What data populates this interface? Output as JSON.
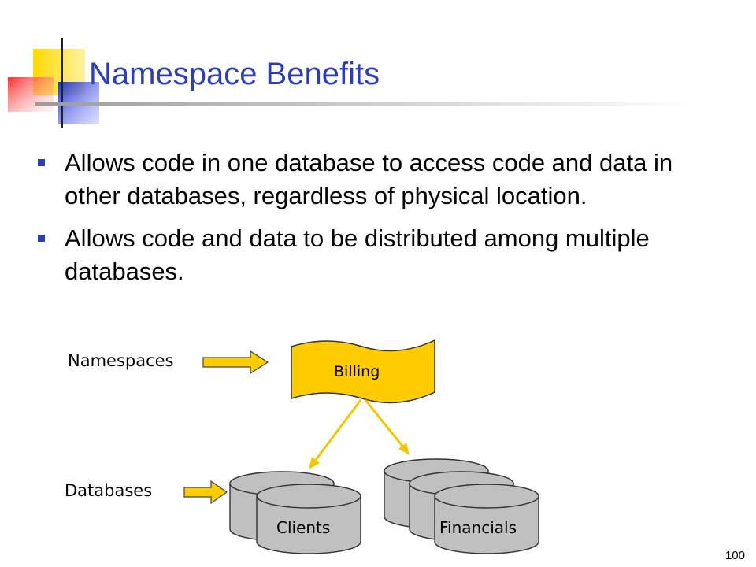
{
  "slide": {
    "title": "Namespace Benefits",
    "bullets": [
      "Allows code in one database to access code and data in other databases, regardless of physical location.",
      "Allows code and data to be distributed among multiple databases."
    ],
    "slide_number": "100"
  },
  "diagram": {
    "namespaces_label": "Namespaces",
    "databases_label": "Databases",
    "namespace_name": "Billing",
    "database_names": [
      "Clients",
      "Financials"
    ]
  },
  "colors": {
    "title": "#2c3fb0",
    "arrow_fill": "#ffcc00",
    "cylinder_fill": "#c0c0c0",
    "deco_yellow": "#ffd700",
    "deco_red": "#ff3a3a",
    "deco_blue": "#2233cc"
  }
}
